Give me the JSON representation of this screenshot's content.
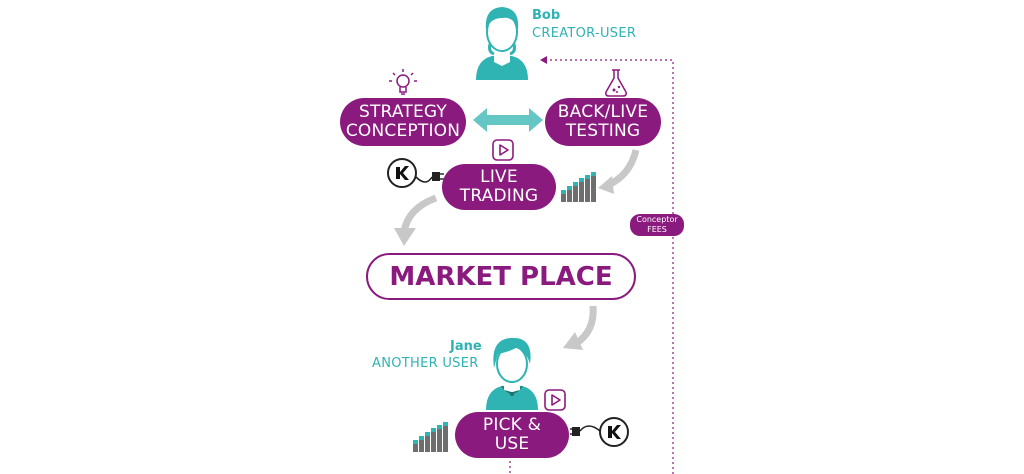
{
  "creator": {
    "name": "Bob",
    "role": "CREATOR-USER"
  },
  "steps": {
    "strategy": "STRATEGY\nCONCEPTION",
    "testing": "BACK/LIVE\nTESTING",
    "live": "LIVE\nTRADING",
    "market": "MARKET PLACE",
    "pick": "PICK &\nUSE"
  },
  "fees": "Conceptor\nFEES",
  "consumer": {
    "name": "Jane",
    "role": "ANOTHER USER"
  },
  "colors": {
    "purple": "#8a1a7e",
    "teal": "#2fb3b3",
    "gray": "#c8c8c8",
    "darkgray": "#6e6e6e"
  },
  "icons": [
    "user-avatar-icon",
    "lightbulb-icon",
    "flask-icon",
    "play-icon",
    "broker-plug-icon",
    "bar-chart-icon"
  ]
}
